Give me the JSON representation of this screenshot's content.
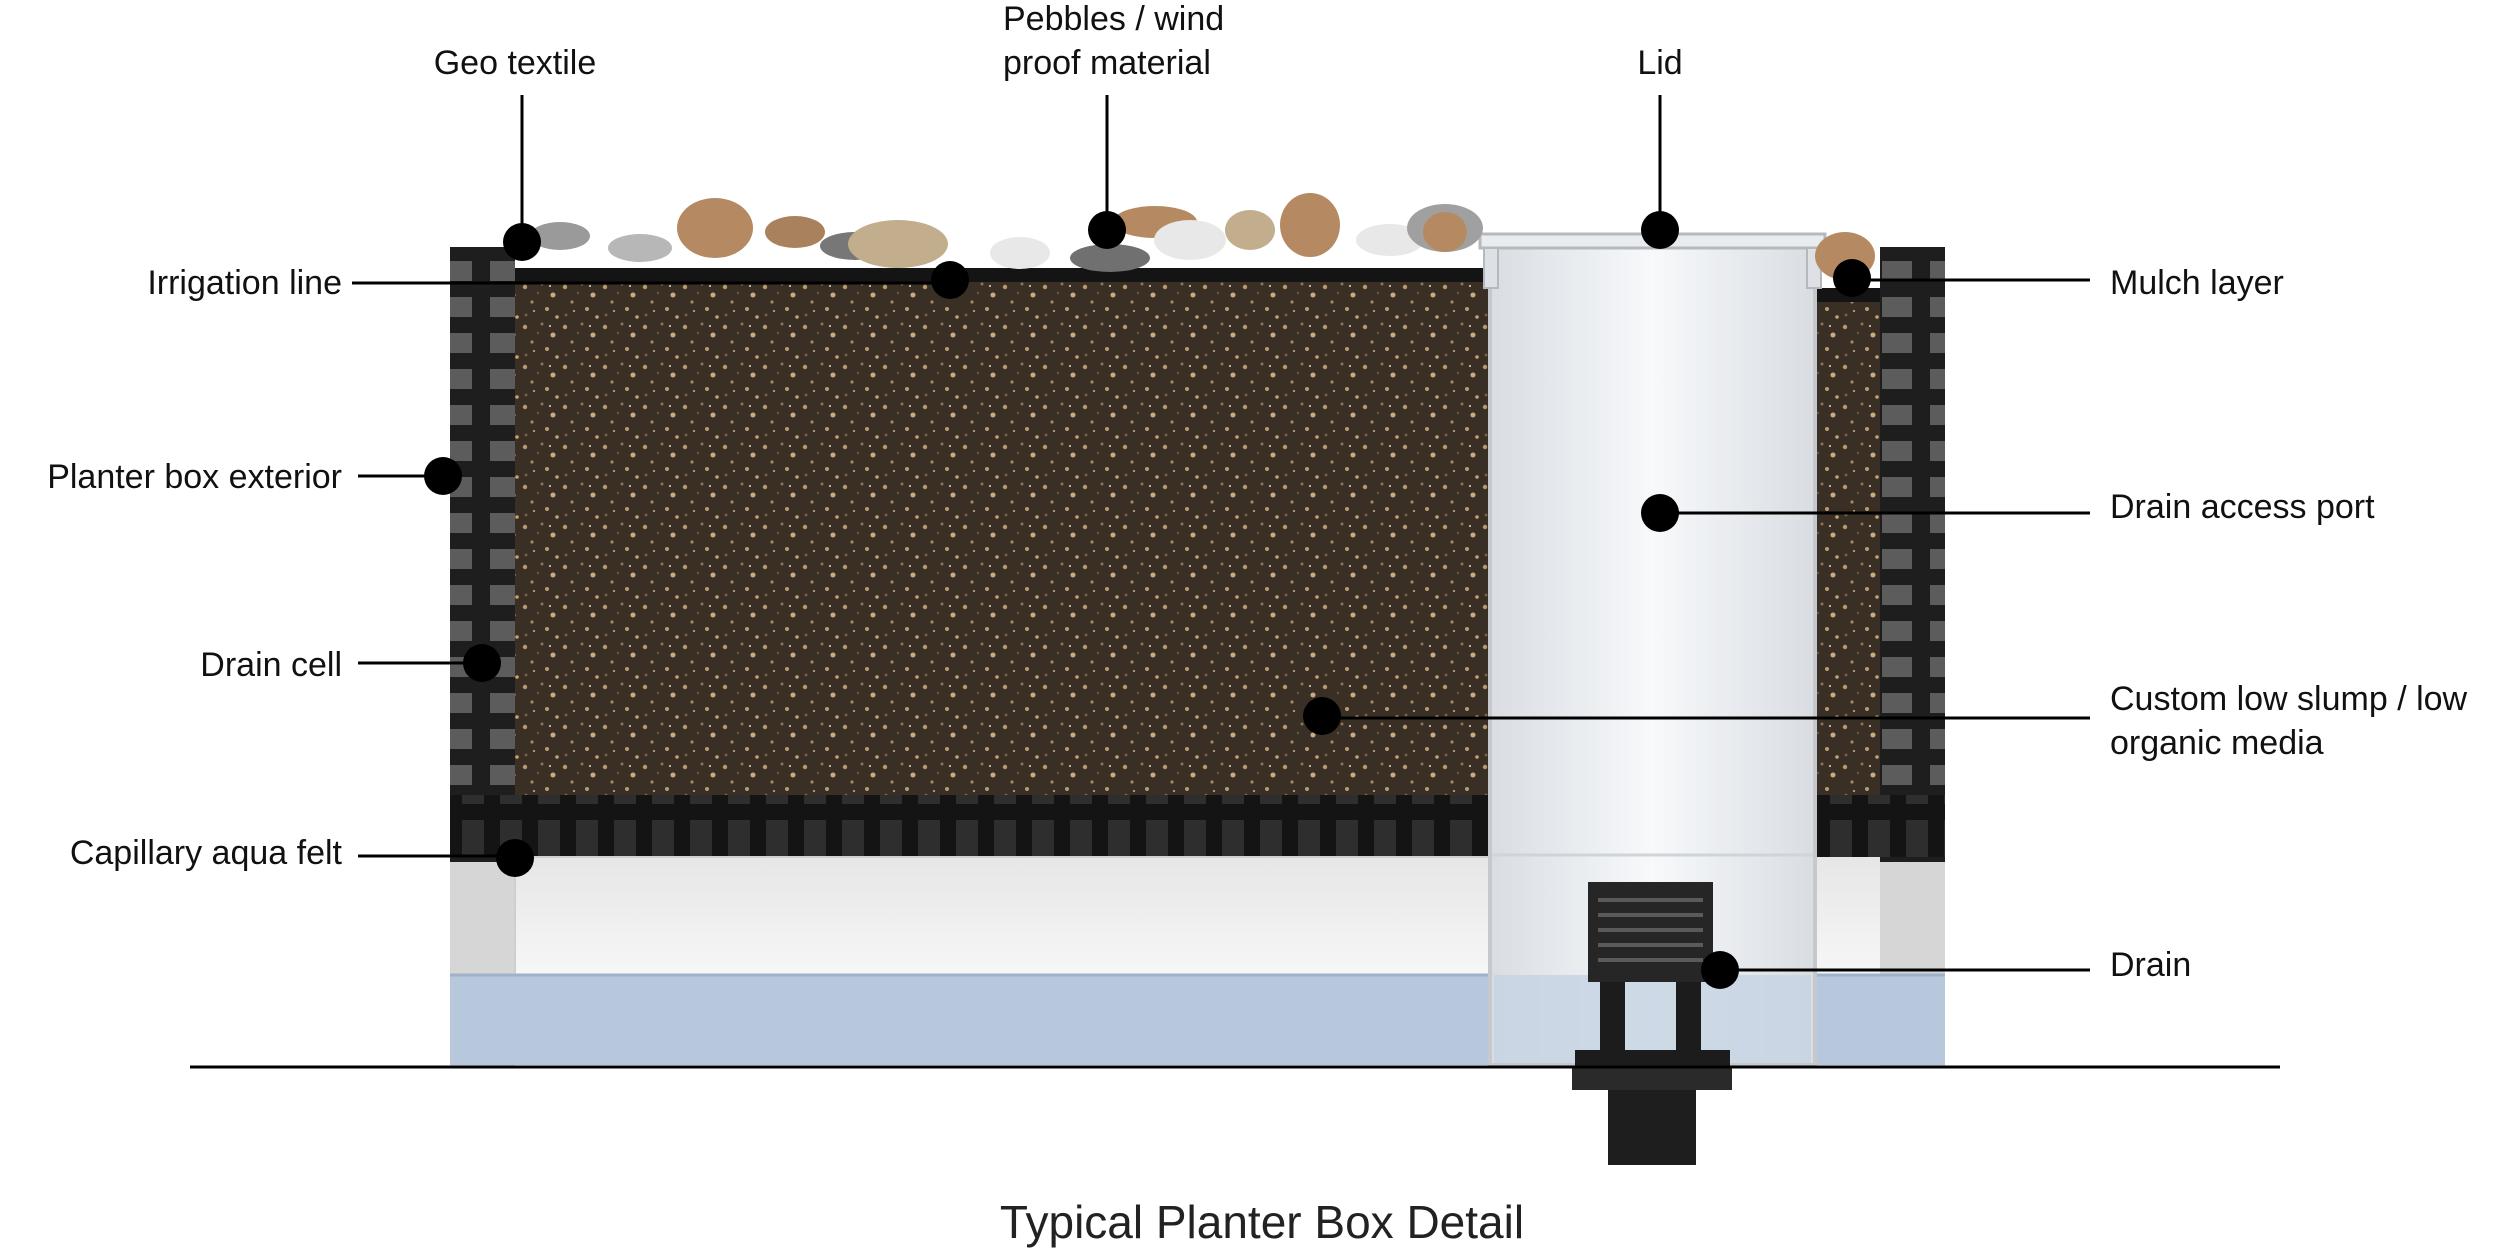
{
  "title": "Typical Planter Box Detail",
  "labels": {
    "geo_textile": "Geo textile",
    "pebbles_line1": "Pebbles / wind",
    "pebbles_line2": "proof material",
    "lid": "Lid",
    "irrigation_line": "Irrigation line",
    "mulch_layer": "Mulch layer",
    "planter_box_exterior": "Planter box exterior",
    "drain_access_port": "Drain access port",
    "drain_cell": "Drain cell",
    "media_line1": "Custom low slump / low",
    "media_line2": "organic media",
    "capillary_aqua_felt": "Capillary aqua felt",
    "drain": "Drain"
  },
  "colors": {
    "soil": "#3a2f24",
    "soil_speck": "#b89a6e",
    "cell": "#1e1e1e",
    "cell_window": "#5c5c5c",
    "port": "#eef1f4",
    "water": "#b8c8dc",
    "felt_layer": "#f0f0f0",
    "pebble_tan": "#b58a63",
    "pebble_grey": "#9a9a9a",
    "pebble_white": "#e8e8e8"
  }
}
